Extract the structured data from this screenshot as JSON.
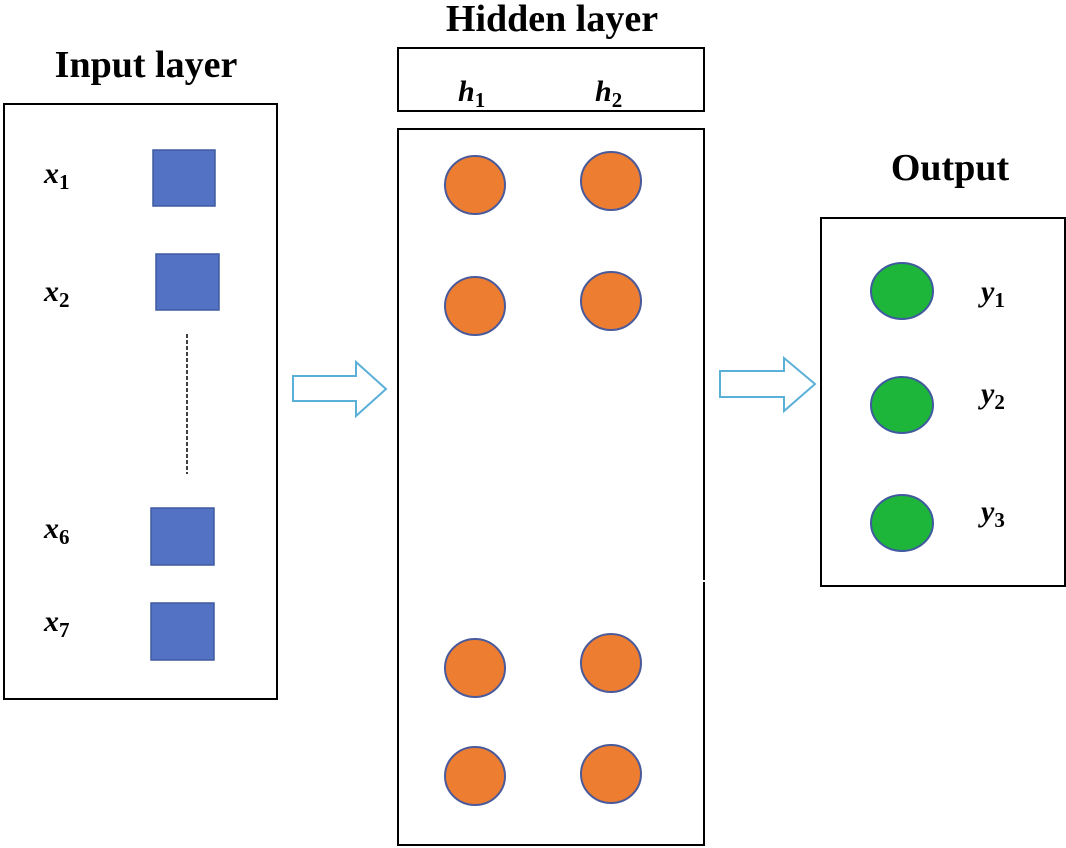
{
  "titles": {
    "input": "Input layer",
    "hidden": "Hidden layer",
    "output": "Output"
  },
  "input_labels": [
    {
      "base": "x",
      "sub": "1"
    },
    {
      "base": "x",
      "sub": "2"
    },
    {
      "base": "x",
      "sub": "6"
    },
    {
      "base": "x",
      "sub": "7"
    }
  ],
  "hidden_labels": [
    {
      "base": "h",
      "sub": "1"
    },
    {
      "base": "h",
      "sub": "2"
    }
  ],
  "output_labels": [
    {
      "base": "y",
      "sub": "1"
    },
    {
      "base": "y",
      "sub": "2"
    },
    {
      "base": "y",
      "sub": "3"
    }
  ],
  "colors": {
    "input_node": "#5472C4",
    "input_node_stroke": "#3F5A9E",
    "hidden_node": "#ED7D31",
    "hidden_node_stroke": "#4A5A9A",
    "output_node": "#1DB53A",
    "output_node_stroke": "#3F5A9E",
    "arrow_stroke": "#5BB0D8"
  },
  "icons": {
    "arrow": "right-arrow-icon",
    "ellipsis": "vertical-dashed-ellipsis"
  }
}
